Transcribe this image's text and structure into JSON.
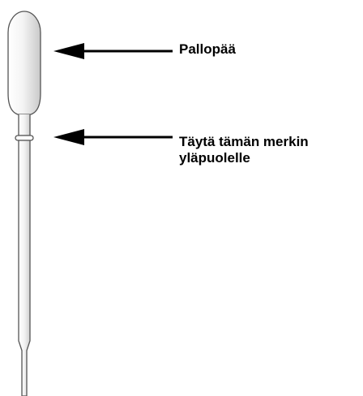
{
  "labels": {
    "bulb": "Pallopää",
    "fill_line_1": "Täytä tämän merkin",
    "fill_line_2": "yläpuolelle"
  }
}
